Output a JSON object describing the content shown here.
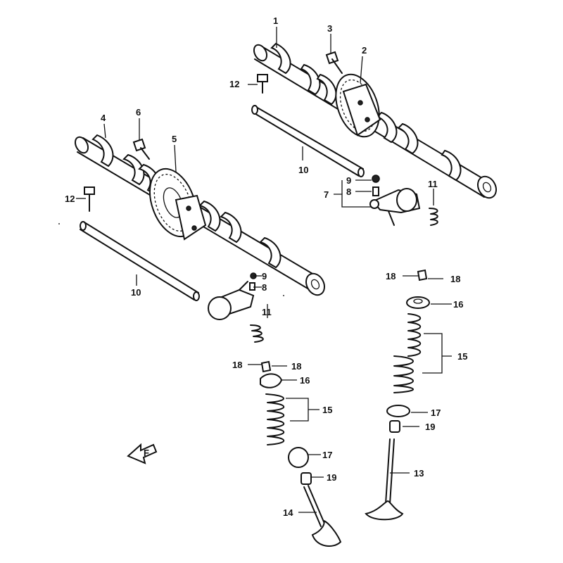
{
  "diagram": {
    "parts": [
      {
        "ref": "1",
        "part": "camshaft-intake"
      },
      {
        "ref": "2",
        "part": "cam-sprocket-intake"
      },
      {
        "ref": "3",
        "part": "sprocket-bolt"
      },
      {
        "ref": "4",
        "part": "camshaft-exhaust"
      },
      {
        "ref": "5",
        "part": "cam-sprocket-exhaust"
      },
      {
        "ref": "6",
        "part": "sprocket-bolt"
      },
      {
        "ref": "7",
        "part": "rocker-arm-assy"
      },
      {
        "ref": "8",
        "part": "adjuster-screw"
      },
      {
        "ref": "9",
        "part": "lock-nut"
      },
      {
        "ref": "10",
        "part": "rocker-arm-shaft"
      },
      {
        "ref": "11",
        "part": "rocker-spring"
      },
      {
        "ref": "12",
        "part": "shaft-bolt"
      },
      {
        "ref": "13",
        "part": "intake-valve"
      },
      {
        "ref": "14",
        "part": "exhaust-valve"
      },
      {
        "ref": "15",
        "part": "valve-springs"
      },
      {
        "ref": "16",
        "part": "spring-retainer"
      },
      {
        "ref": "17",
        "part": "spring-seat"
      },
      {
        "ref": "18",
        "part": "valve-cotter"
      },
      {
        "ref": "19",
        "part": "stem-seal"
      }
    ],
    "callouts": {
      "c1": "1",
      "c2": "2",
      "c3": "3",
      "c4": "4",
      "c5": "5",
      "c6": "6",
      "c7": "7",
      "c8a": "8",
      "c9a": "9",
      "c8b": "8",
      "c9b": "9",
      "c10a": "10",
      "c10b": "10",
      "c11a": "11",
      "c11b": "11",
      "c12a": "12",
      "c12b": "12",
      "c13": "13",
      "c14": "14",
      "c15a": "15",
      "c15b": "15",
      "c16a": "16",
      "c16b": "16",
      "c17a": "17",
      "c17b": "17",
      "c18a": "18",
      "c18b": "18",
      "c18c": "18",
      "c18d": "18",
      "c19a": "19",
      "c19b": "19"
    },
    "front_arrow_label": "F"
  }
}
